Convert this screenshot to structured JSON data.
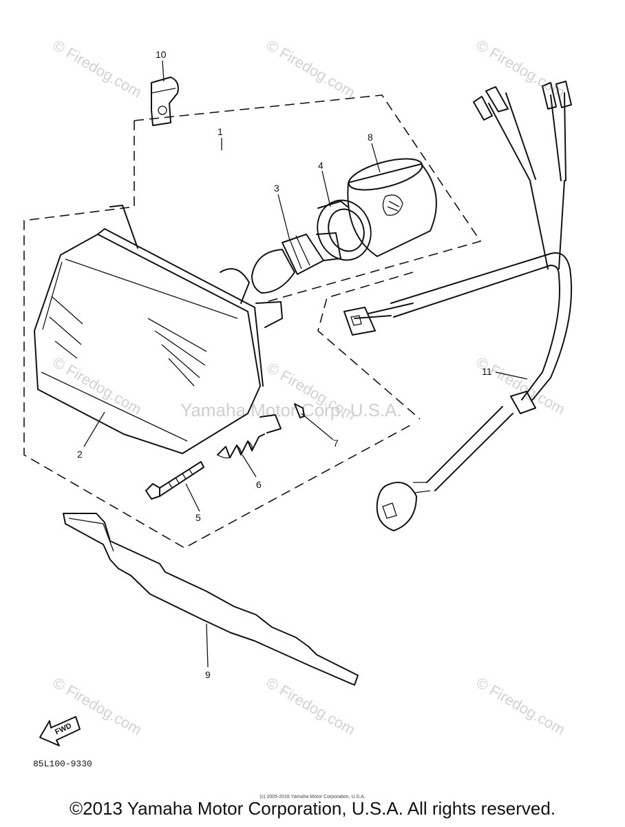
{
  "callouts": {
    "c1": "1",
    "c2": "2",
    "c3": "3",
    "c4": "4",
    "c5": "5",
    "c6": "6",
    "c7": "7",
    "c8": "8",
    "c9": "9",
    "c10": "10",
    "c11": "11"
  },
  "fwd_label": "FWD",
  "part_code": "85L100-9330",
  "watermark": {
    "tile": "© Firedog.com",
    "center_company": "Yamaha Motor Corp, U.S.A.",
    "center_site": "© Firedog.com"
  },
  "small_copyright": "(c) 2005-2016 Yamaha Motor Corporation, U.S.A.",
  "footer_copyright": "©2013 Yamaha Motor Corporation, U.S.A. All rights reserved."
}
